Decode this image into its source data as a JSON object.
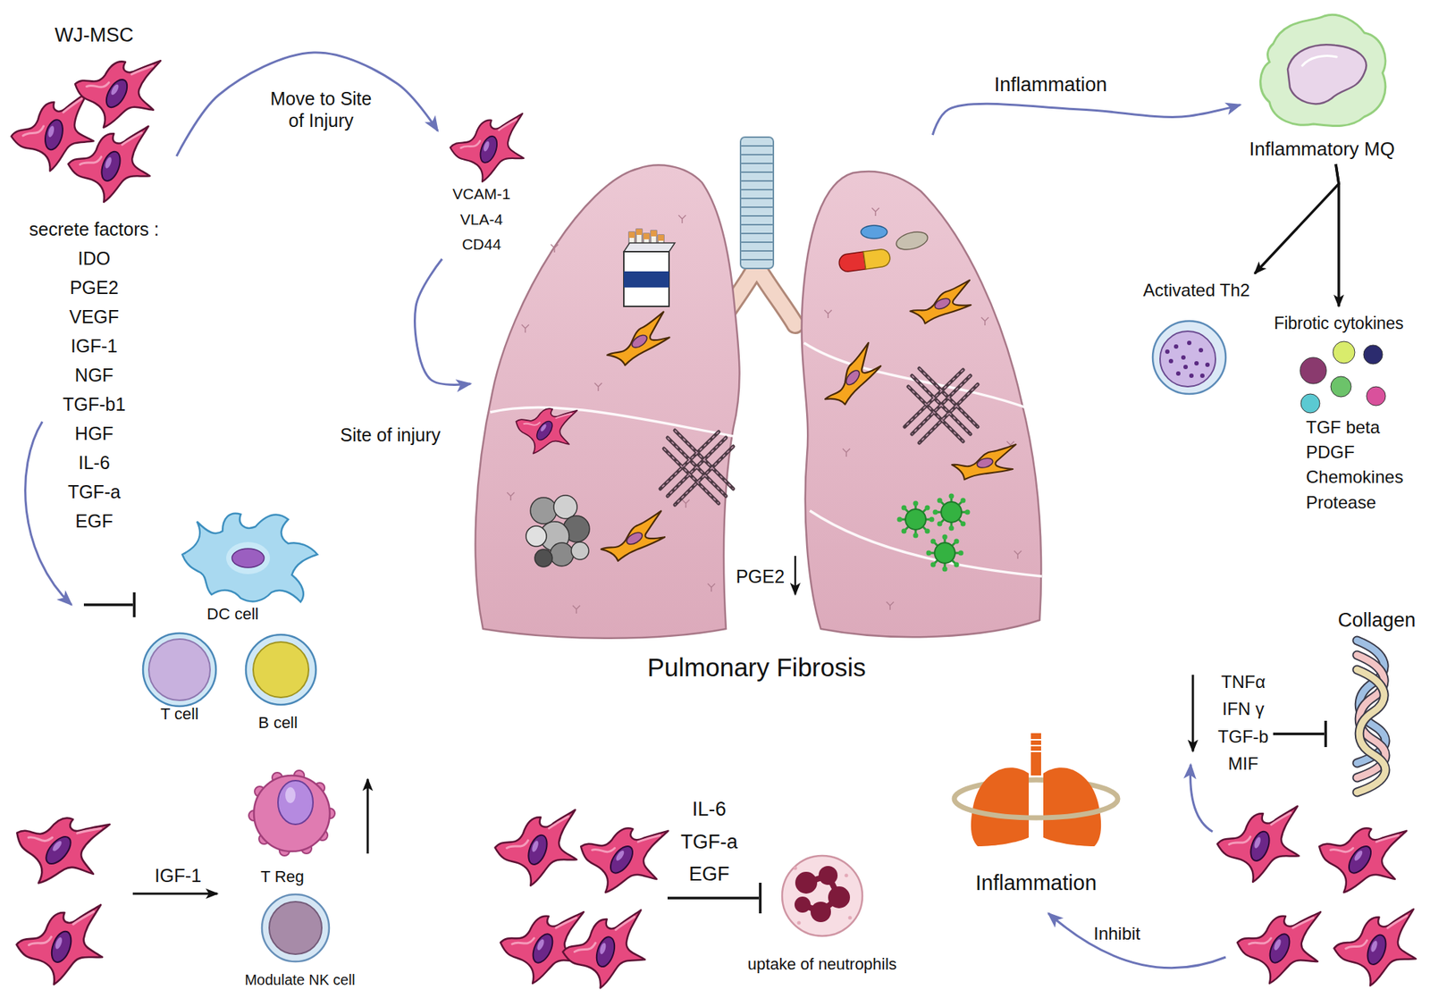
{
  "diagram": {
    "nodes": [
      {
        "text": [
          "WJ-MSC",
          "secrete factors :",
          "IDO",
          "PGE2",
          "VEGF",
          "IGF-1",
          "NGF",
          "TGF-b1",
          "HGF",
          "IL-6",
          "TGF-a",
          "EGF"
        ]
      },
      {
        "text": [
          "VCAM-1",
          "VLA-4",
          "CD44"
        ]
      },
      {
        "text": [
          "PGE2",
          "Pulmonary Fibrosis"
        ]
      },
      {
        "text": [
          "Inflammatory MQ"
        ]
      },
      {
        "text": [
          "Activated Th2"
        ]
      },
      {
        "text": [
          "Fibrotic cytokines",
          "TGF beta",
          "PDGF",
          "Chemokines",
          "Protease"
        ]
      },
      {
        "text": [
          "DC cell"
        ]
      },
      {
        "text": [
          "T cell"
        ]
      },
      {
        "text": [
          "B cell"
        ]
      },
      {
        "text": [
          "T Reg"
        ]
      },
      {
        "text": [
          "Modulate NK cell"
        ]
      },
      {
        "text": [
          "uptake of neutrophils"
        ]
      },
      {
        "text": [
          "Inflammation"
        ]
      },
      {
        "text": [
          "Collagen"
        ]
      }
    ],
    "edges": [
      {
        "from": 0,
        "to": 1,
        "label": "Move to Site of Injury",
        "arrow": "to"
      },
      {
        "from": 1,
        "to": 2,
        "label": "Site of injury",
        "arrow": "to"
      },
      {
        "from": 2,
        "to": 3,
        "label": "Inflammation",
        "arrow": "to"
      },
      {
        "from": 3,
        "to": 4,
        "arrow": "to"
      },
      {
        "from": 3,
        "to": 5,
        "arrow": "to"
      }
    ],
    "labels": [
      "IGF-1",
      "IL-6",
      "TGF-a",
      "EGF",
      "TNFα",
      "IFN γ",
      "TGF-b",
      "MIF",
      "Inhibit"
    ]
  }
}
